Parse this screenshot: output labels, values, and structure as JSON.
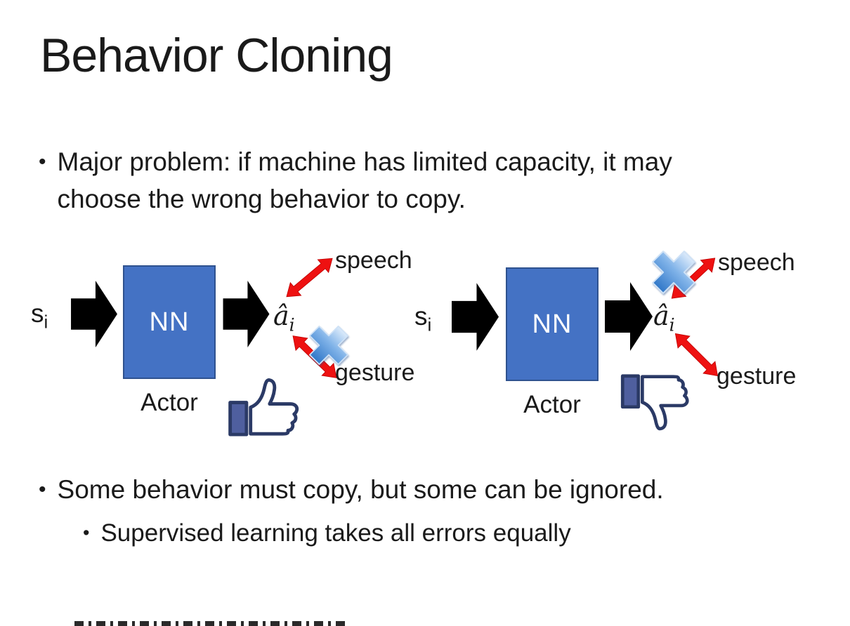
{
  "slide": {
    "title": "Behavior Cloning",
    "bullets": {
      "marker": "•",
      "main1": "Major problem: if machine has limited capacity, it may choose the wrong behavior to copy.",
      "main2": "Some behavior must copy, but some can be ignored.",
      "sub2": "Supervised learning takes all errors equally"
    }
  },
  "diagrams": {
    "left": {
      "input_base": "s",
      "input_sub": "i",
      "nn_label": "NN",
      "caption": "Actor",
      "output_base": "â",
      "output_sub": "i",
      "branch_top": "speech",
      "branch_bottom": "gesture",
      "crossed_out_branch": "gesture",
      "feedback_icon": "thumbs-up"
    },
    "right": {
      "input_base": "s",
      "input_sub": "i",
      "nn_label": "NN",
      "caption": "Actor",
      "output_base": "â",
      "output_sub": "i",
      "branch_top": "speech",
      "branch_bottom": "gesture",
      "crossed_out_branch": "speech",
      "feedback_icon": "thumbs-down"
    }
  },
  "colors": {
    "nn_box_fill": "#4472C4",
    "nn_box_border": "#2F528F",
    "nn_text": "#FFFFFF",
    "flow_arrow": "#000000",
    "branch_arrow": "#EE1111",
    "cross_mark_blue": "#3077C8",
    "icon_outline": "#2B3A66",
    "icon_cuff": "#4F5F9F",
    "text": "#1A1A1A",
    "background": "#FFFFFF"
  }
}
